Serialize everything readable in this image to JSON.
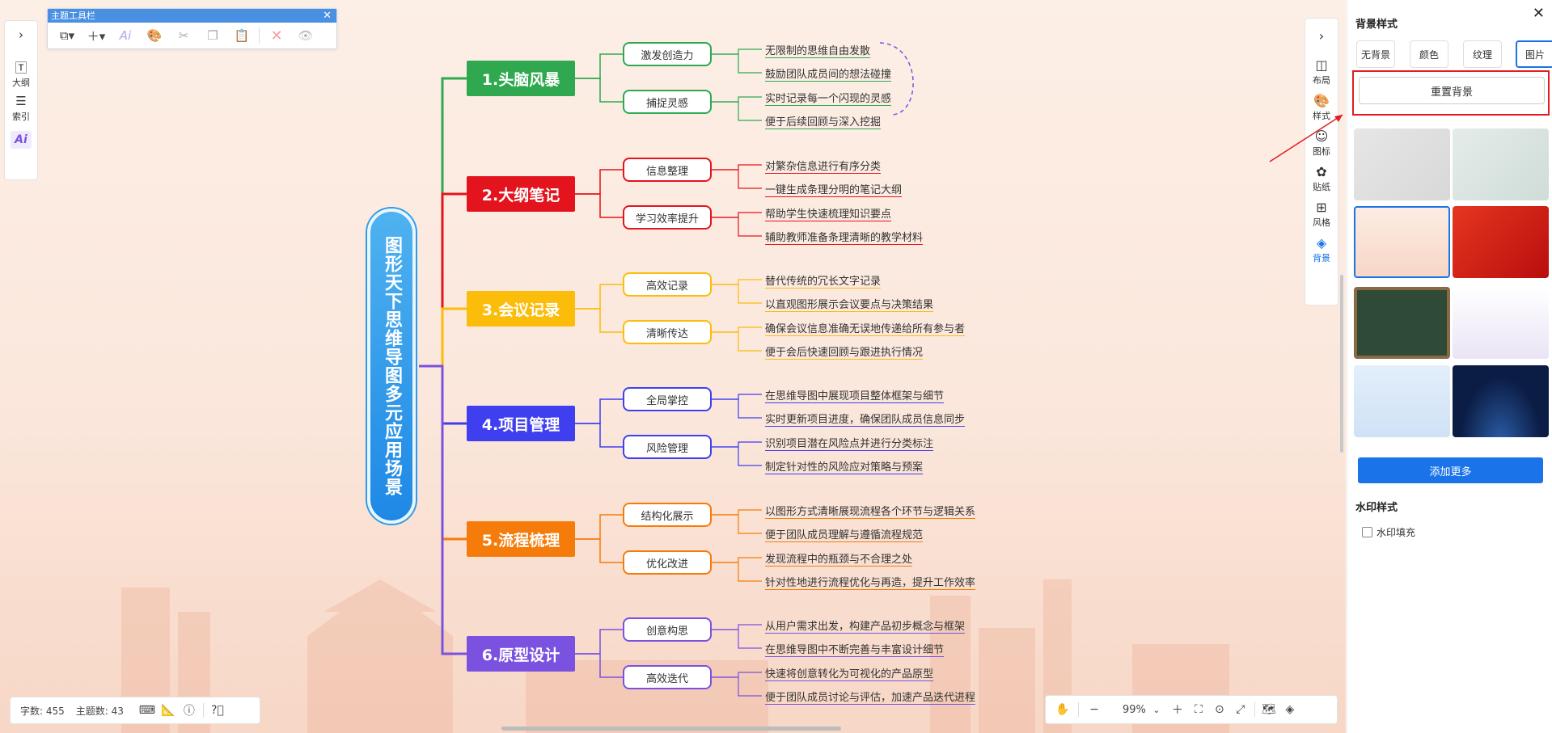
{
  "toolbar": {
    "title": "主题工具栏",
    "close": "✕"
  },
  "left_panel": {
    "outline": "大纲",
    "index": "索引",
    "ai": "Ai"
  },
  "map": {
    "central": "图形天下思维导图多元应用场景",
    "branches": [
      {
        "title": "1.头脑风暴",
        "color": "#2fa84f",
        "subs": [
          {
            "label": "激发创造力",
            "leaves": [
              "无限制的思维自由发散",
              "鼓励团队成员间的想法碰撞"
            ]
          },
          {
            "label": "捕捉灵感",
            "leaves": [
              "实时记录每一个闪现的灵感",
              "便于后续回顾与深入挖掘"
            ]
          }
        ]
      },
      {
        "title": "2.大纲笔记",
        "color": "#e3141d",
        "subs": [
          {
            "label": "信息整理",
            "leaves": [
              "对繁杂信息进行有序分类",
              "一键生成条理分明的笔记大纲"
            ]
          },
          {
            "label": "学习效率提升",
            "leaves": [
              "帮助学生快速梳理知识要点",
              "辅助教师准备条理清晰的教学材料"
            ]
          }
        ]
      },
      {
        "title": "3.会议记录",
        "color": "#fbbc0a",
        "subs": [
          {
            "label": "高效记录",
            "leaves": [
              "替代传统的冗长文字记录",
              "以直观图形展示会议要点与决策结果"
            ]
          },
          {
            "label": "清晰传达",
            "leaves": [
              "确保会议信息准确无误地传递给所有参与者",
              "便于会后快速回顾与跟进执行情况"
            ]
          }
        ]
      },
      {
        "title": "4.项目管理",
        "color": "#3f3ff0",
        "subs": [
          {
            "label": "全局掌控",
            "leaves": [
              "在思维导图中展现项目整体框架与细节",
              "实时更新项目进度，确保团队成员信息同步"
            ]
          },
          {
            "label": "风险管理",
            "leaves": [
              "识别项目潜在风险点并进行分类标注",
              "制定针对性的风险应对策略与预案"
            ]
          }
        ]
      },
      {
        "title": "5.流程梳理",
        "color": "#f57c0a",
        "subs": [
          {
            "label": "结构化展示",
            "leaves": [
              "以图形方式清晰展现流程各个环节与逻辑关系",
              "便于团队成员理解与遵循流程规范"
            ]
          },
          {
            "label": "优化改进",
            "leaves": [
              "发现流程中的瓶颈与不合理之处",
              "针对性地进行流程优化与再造，提升工作效率"
            ]
          }
        ]
      },
      {
        "title": "6.原型设计",
        "color": "#7b52e0",
        "subs": [
          {
            "label": "创意构思",
            "leaves": [
              "从用户需求出发，构建产品初步概念与框架",
              "在思维导图中不断完善与丰富设计细节"
            ]
          },
          {
            "label": "高效迭代",
            "leaves": [
              "快速将创意转化为可视化的产品原型",
              "便于团队成员讨论与评估，加速产品迭代进程"
            ]
          }
        ]
      }
    ]
  },
  "status_bar": {
    "word_count": "字数: 455",
    "topic_count": "主题数: 43"
  },
  "zoom_bar": {
    "zoom": "99%"
  },
  "right_bar": {
    "layout": "布局",
    "style": "样式",
    "icon": "图标",
    "sticker": "贴纸",
    "theme": "风格",
    "background": "背景"
  },
  "panel": {
    "title": "背景样式",
    "tabs": [
      "无背景",
      "颜色",
      "纹理",
      "图片"
    ],
    "active_tab": "图片",
    "reset": "重置背景",
    "add_more": "添加更多",
    "watermark_title": "水印样式",
    "watermark_fill": "水印填充",
    "selected_thumbnail": 3
  },
  "colors": {
    "accent": "#1a73e8",
    "highlight": "#e31b23"
  }
}
